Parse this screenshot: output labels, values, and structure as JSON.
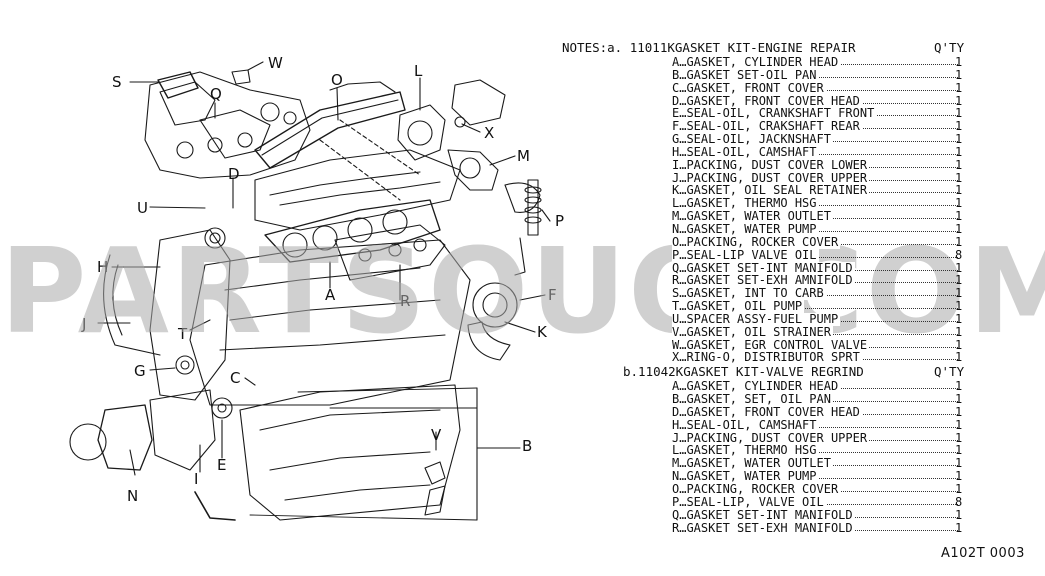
{
  "callouts": [
    "S",
    "W",
    "Q",
    "O",
    "L",
    "X",
    "M",
    "D",
    "U",
    "P",
    "H",
    "A",
    "F",
    "R",
    "J",
    "T",
    "K",
    "G",
    "C",
    "V",
    "B",
    "N",
    "I",
    "E"
  ],
  "notes": {
    "kit_a": {
      "lead": "NOTES:a. 11011K",
      "title": "GASKET KIT-ENGINE REPAIR",
      "qty_header": "Q'TY",
      "items": [
        {
          "text": "A…GASKET, CYLINDER HEAD",
          "qty": "1"
        },
        {
          "text": "B…GASKET SET-OIL PAN",
          "qty": "1"
        },
        {
          "text": "C…GASKET, FRONT COVER",
          "qty": "1"
        },
        {
          "text": "D…GASKET, FRONT COVER HEAD",
          "qty": "1"
        },
        {
          "text": "E…SEAL-OIL, CRANKSHAFT FRONT",
          "qty": "1"
        },
        {
          "text": "F…SEAL-OIL, CRAKSHAFT REAR",
          "qty": "1"
        },
        {
          "text": "G…SEAL-OIL, JACKNSHAFT",
          "qty": "1"
        },
        {
          "text": "H…SEAL-OIL, CAMSHAFT",
          "qty": "1"
        },
        {
          "text": "I…PACKING, DUST COVER LOWER",
          "qty": "1"
        },
        {
          "text": "J…PACKING, DUST COVER UPPER",
          "qty": "1"
        },
        {
          "text": "K…GASKET, OIL SEAL RETAINER",
          "qty": "1"
        },
        {
          "text": "L…GASKET, THERMO HSG",
          "qty": "1"
        },
        {
          "text": "M…GASKET, WATER OUTLET",
          "qty": "1"
        },
        {
          "text": "N…GASKET, WATER PUMP",
          "qty": "1"
        },
        {
          "text": "O…PACKING, ROCKER COVER",
          "qty": "1"
        },
        {
          "text": "P…SEAL-LIP VALVE OIL",
          "qty": "8"
        },
        {
          "text": "Q…GASKET SET-INT MANIFOLD",
          "qty": "1"
        },
        {
          "text": "R…GASKET SET-EXH AMNIFOLD",
          "qty": "1"
        },
        {
          "text": "S…GASKET, INT TO CARB",
          "qty": "1"
        },
        {
          "text": "T…GASKET, OIL PUMP",
          "qty": "1"
        },
        {
          "text": "U…SPACER ASSY-FUEL PUMP",
          "qty": "1"
        },
        {
          "text": "V…GASKET, OIL STRAINER",
          "qty": "1"
        },
        {
          "text": "W…GASKET, EGR CONTROL VALVE",
          "qty": "1"
        },
        {
          "text": "X…RING-O, DISTRIBUTOR SPRT",
          "qty": "1"
        }
      ]
    },
    "kit_b": {
      "lead": "b.11042K",
      "title": "GASKET KIT-VALVE REGRIND",
      "qty_header": "Q'TY",
      "items": [
        {
          "text": "A…GASKET, CYLINDER HEAD",
          "qty": "1"
        },
        {
          "text": "B…GASKET, SET, OIL PAN",
          "qty": "1"
        },
        {
          "text": "D…GASKET, FRONT COVER HEAD",
          "qty": "1"
        },
        {
          "text": "H…SEAL-OIL, CAMSHAFT",
          "qty": "1"
        },
        {
          "text": "J…PACKING, DUST COVER UPPER",
          "qty": "1"
        },
        {
          "text": "L…GASKET, THERMO HSG",
          "qty": "1"
        },
        {
          "text": "M…GASKET, WATER OUTLET",
          "qty": "1"
        },
        {
          "text": "N…GASKET, WATER PUMP",
          "qty": "1"
        },
        {
          "text": "O…PACKING, ROCKER COVER",
          "qty": "1"
        },
        {
          "text": "P…SEAL-LIP, VALVE OIL",
          "qty": "8"
        },
        {
          "text": "Q…GASKET SET-INT MANIFOLD",
          "qty": "1"
        },
        {
          "text": "R…GASKET SET-EXH MANIFOLD",
          "qty": "1"
        }
      ]
    }
  },
  "watermark": "PARTSOUQ.COM",
  "drawing_code": "A102T 0003"
}
